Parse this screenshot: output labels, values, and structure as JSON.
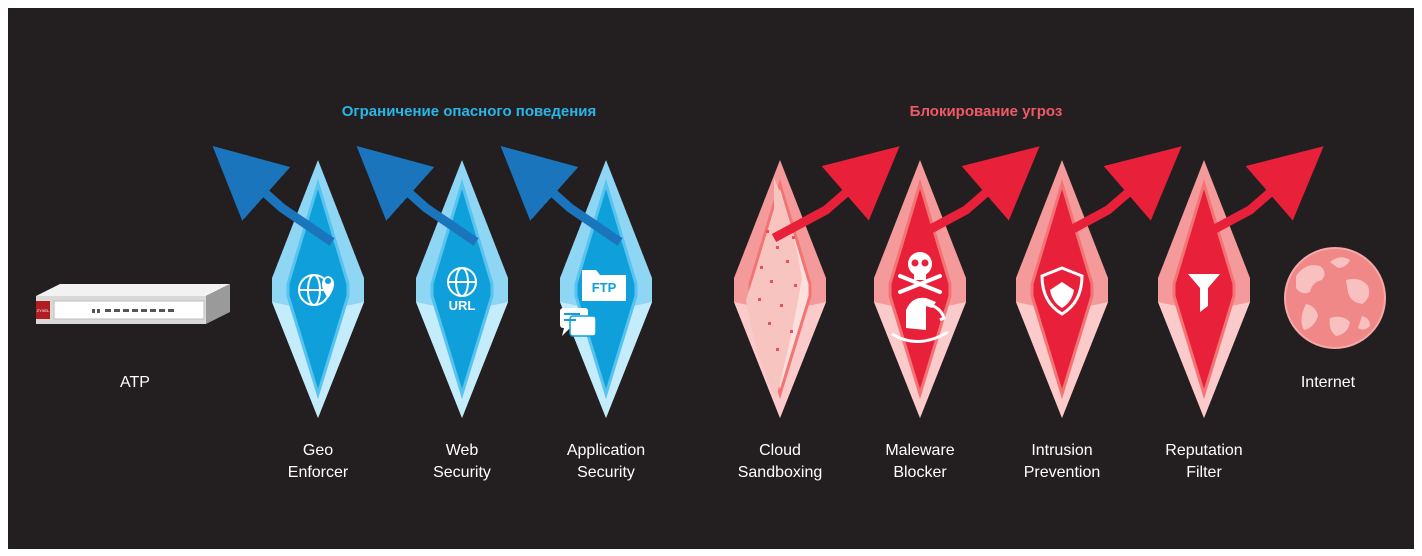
{
  "headings": {
    "left": "Ограничение опасного поведения",
    "right": "Блокирование угроз"
  },
  "colors": {
    "background": "#231f20",
    "blue_heading": "#29b6e8",
    "red_heading": "#f05a66",
    "blue_arrow": "#1b75bc",
    "red_arrow": "#e8203a"
  },
  "endpoints": {
    "left": {
      "label": "ATP",
      "icon": "firewall-appliance-icon",
      "device_text": "ZYXEL"
    },
    "right": {
      "label": "Internet",
      "icon": "globe-icon"
    }
  },
  "layers": [
    {
      "line1": "Geo",
      "line2": "Enforcer",
      "group": "blue",
      "icon": "globe-pin-icon"
    },
    {
      "line1": "Web",
      "line2": "Security",
      "group": "blue",
      "icon": "globe-url-icon",
      "icon_text": "URL"
    },
    {
      "line1": "Application",
      "line2": "Security",
      "group": "blue",
      "icon": "ftp-chat-icon",
      "icon_text": "FTP"
    },
    {
      "line1": "Cloud",
      "line2": "Sandboxing",
      "group": "red",
      "icon": "sandbox-icon"
    },
    {
      "line1": "Maleware",
      "line2": "Blocker",
      "group": "red",
      "icon": "skull-horse-icon"
    },
    {
      "line1": "Intrusion",
      "line2": "Prevention",
      "group": "red",
      "icon": "shield-icon"
    },
    {
      "line1": "Reputation",
      "line2": "Filter",
      "group": "red",
      "icon": "filter-funnel-icon"
    }
  ]
}
